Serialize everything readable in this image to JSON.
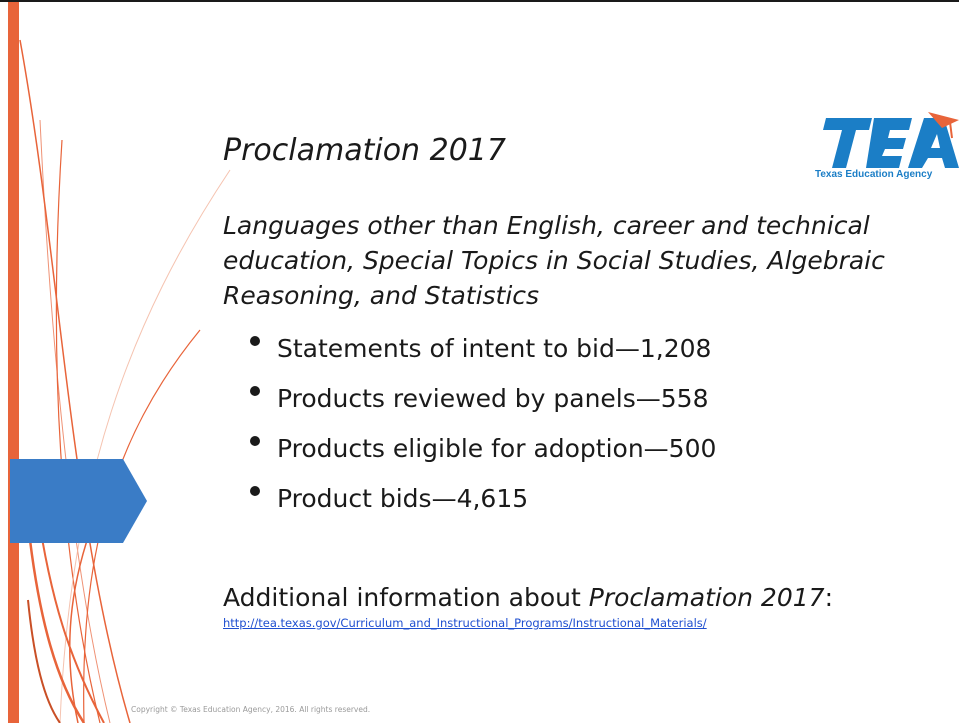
{
  "slide": {
    "title": "Proclamation 2017",
    "subtitle": "Languages other than English, career and technical education, Special Topics in Social Studies, Algebraic Reasoning, and Statistics",
    "bullets": [
      "Statements of intent to bid—1,208",
      "Products reviewed by panels—558",
      "Products eligible for adoption—500",
      "Product bids—4,615"
    ],
    "more_info_prefix": "Additional information about ",
    "more_info_em": "Proclamation 2017",
    "more_info_suffix": ":",
    "url": "http://tea.texas.gov/Curriculum_and_Instructional_Programs/Instructional_Materials/",
    "copyright": "Copyright © Texas Education Agency, 2016. All rights reserved."
  },
  "logo": {
    "wordmark": "TEA",
    "caption": "Texas Education Agency"
  },
  "colors": {
    "accent_orange": "#e8643a",
    "arrow_blue": "#3a7cc6",
    "logo_blue": "#1b7ec6",
    "link_blue": "#1f4fd0"
  }
}
